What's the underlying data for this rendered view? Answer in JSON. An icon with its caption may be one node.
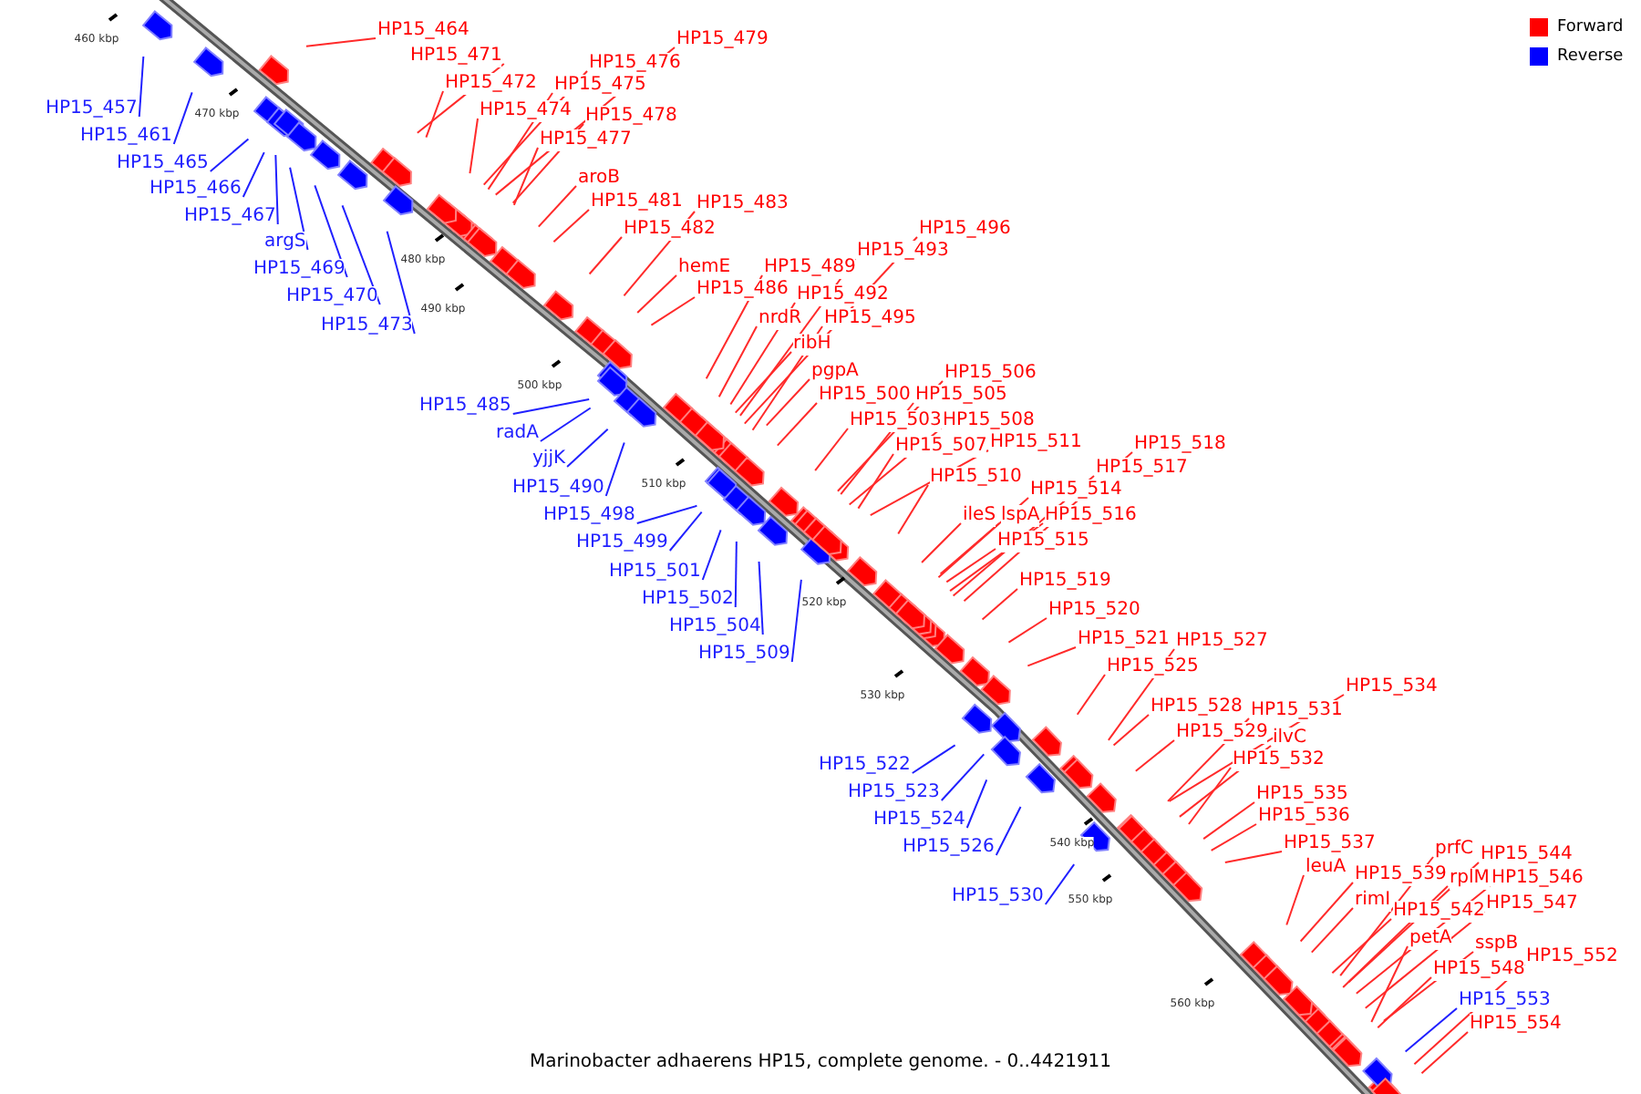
{
  "diagram": {
    "caption": "Marinobacter adhaerens HP15, complete genome. - 0..4421911",
    "nodes": [
      {
        "text": [
          "HP15_457"
        ]
      },
      {
        "text": [
          "HP15_461"
        ]
      },
      {
        "text": [
          "HP15_465"
        ]
      },
      {
        "text": [
          "HP15_466"
        ]
      },
      {
        "text": [
          "HP15_467"
        ]
      },
      {
        "text": [
          "argS"
        ]
      },
      {
        "text": [
          "HP15_469"
        ]
      },
      {
        "text": [
          "HP15_470"
        ]
      },
      {
        "text": [
          "HP15_473"
        ]
      },
      {
        "text": [
          "HP15_464"
        ]
      },
      {
        "text": [
          "HP15_479"
        ]
      },
      {
        "text": [
          "HP15_471"
        ]
      },
      {
        "text": [
          "HP15_476"
        ]
      },
      {
        "text": [
          "HP15_472"
        ]
      },
      {
        "text": [
          "HP15_475"
        ]
      },
      {
        "text": [
          "HP15_474"
        ]
      },
      {
        "text": [
          "HP15_478"
        ]
      },
      {
        "text": [
          "HP15_477"
        ]
      },
      {
        "text": [
          "aroB"
        ]
      },
      {
        "text": [
          "HP15_481"
        ]
      },
      {
        "text": [
          "HP15_483"
        ]
      },
      {
        "text": [
          "HP15_482"
        ]
      },
      {
        "text": [
          "hemE"
        ]
      },
      {
        "text": [
          "HP15_489"
        ]
      },
      {
        "text": [
          "HP15_486"
        ]
      },
      {
        "text": [
          "HP15_496"
        ]
      },
      {
        "text": [
          "HP15_493"
        ]
      },
      {
        "text": [
          "HP15_492"
        ]
      },
      {
        "text": [
          "nrdR"
        ]
      },
      {
        "text": [
          "HP15_495"
        ]
      },
      {
        "text": [
          "ribH"
        ]
      },
      {
        "text": [
          "pgpA"
        ]
      },
      {
        "text": [
          "HP15_500"
        ]
      },
      {
        "text": [
          "HP15_485"
        ]
      },
      {
        "text": [
          "radA"
        ]
      },
      {
        "text": [
          "yjjK"
        ]
      },
      {
        "text": [
          "HP15_490"
        ]
      },
      {
        "text": [
          "HP15_498"
        ]
      },
      {
        "text": [
          "HP15_499"
        ]
      },
      {
        "text": [
          "HP15_501"
        ]
      },
      {
        "text": [
          "HP15_502"
        ]
      },
      {
        "text": [
          "HP15_504"
        ]
      },
      {
        "text": [
          "HP15_509"
        ]
      },
      {
        "text": [
          "HP15_506"
        ]
      },
      {
        "text": [
          "HP15_505"
        ]
      },
      {
        "text": [
          "HP15_503"
        ]
      },
      {
        "text": [
          "HP15_508"
        ]
      },
      {
        "text": [
          "HP15_511"
        ]
      },
      {
        "text": [
          "HP15_507"
        ]
      },
      {
        "text": [
          "HP15_518"
        ]
      },
      {
        "text": [
          "HP15_517"
        ]
      },
      {
        "text": [
          "HP15_510"
        ]
      },
      {
        "text": [
          "HP15_514"
        ]
      },
      {
        "text": [
          "ileS"
        ]
      },
      {
        "text": [
          "lspA"
        ]
      },
      {
        "text": [
          "HP15_516"
        ]
      },
      {
        "text": [
          "HP15_515"
        ]
      },
      {
        "text": [
          "HP15_519"
        ]
      },
      {
        "text": [
          "HP15_520"
        ]
      },
      {
        "text": [
          "HP15_521"
        ]
      },
      {
        "text": [
          "HP15_527"
        ]
      },
      {
        "text": [
          "HP15_525"
        ]
      },
      {
        "text": [
          "HP15_534"
        ]
      },
      {
        "text": [
          "HP15_528"
        ]
      },
      {
        "text": [
          "HP15_531"
        ]
      },
      {
        "text": [
          "HP15_529"
        ]
      },
      {
        "text": [
          "ilvC"
        ]
      },
      {
        "text": [
          "HP15_532"
        ]
      },
      {
        "text": [
          "HP15_522"
        ]
      },
      {
        "text": [
          "HP15_523"
        ]
      },
      {
        "text": [
          "HP15_535"
        ]
      },
      {
        "text": [
          "HP15_524"
        ]
      },
      {
        "text": [
          "HP15_536"
        ]
      },
      {
        "text": [
          "HP15_537"
        ]
      },
      {
        "text": [
          "HP15_526"
        ]
      },
      {
        "text": [
          "prfC"
        ]
      },
      {
        "text": [
          "HP15_544"
        ]
      },
      {
        "text": [
          "leuA"
        ]
      },
      {
        "text": [
          "HP15_539"
        ]
      },
      {
        "text": [
          "rplM"
        ]
      },
      {
        "text": [
          "HP15_546"
        ]
      },
      {
        "text": [
          "HP15_530"
        ]
      },
      {
        "text": [
          "rimI"
        ]
      },
      {
        "text": [
          "HP15_547"
        ]
      },
      {
        "text": [
          "HP15_542"
        ]
      },
      {
        "text": [
          "petA"
        ]
      },
      {
        "text": [
          "sspB"
        ]
      },
      {
        "text": [
          "HP15_552"
        ]
      },
      {
        "text": [
          "HP15_548"
        ]
      },
      {
        "text": [
          "HP15_553"
        ]
      },
      {
        "text": [
          "HP15_554"
        ]
      }
    ],
    "edges": [
      {
        "from": 0,
        "to": null,
        "arrow": "none",
        "color": "#2020ff"
      },
      {
        "from": 1,
        "to": null,
        "arrow": "none",
        "color": "#2020ff"
      },
      {
        "from": 2,
        "to": null,
        "arrow": "none",
        "color": "#2020ff"
      },
      {
        "from": 3,
        "to": null,
        "arrow": "none",
        "color": "#2020ff"
      },
      {
        "from": 4,
        "to": null,
        "arrow": "none",
        "color": "#2020ff"
      },
      {
        "from": 5,
        "to": null,
        "arrow": "none",
        "color": "#2020ff"
      },
      {
        "from": 6,
        "to": null,
        "arrow": "none",
        "color": "#2020ff"
      },
      {
        "from": 7,
        "to": null,
        "arrow": "none",
        "color": "#2020ff"
      },
      {
        "from": 8,
        "to": null,
        "arrow": "none",
        "color": "#2020ff"
      },
      {
        "from": 9,
        "to": null,
        "arrow": "none"
      },
      {
        "from": 10,
        "to": null,
        "arrow": "none"
      },
      {
        "from": 11,
        "to": null,
        "arrow": "none"
      },
      {
        "from": 12,
        "to": null,
        "arrow": "none"
      },
      {
        "from": 13,
        "to": null,
        "arrow": "none"
      },
      {
        "from": 14,
        "to": null,
        "arrow": "none"
      },
      {
        "from": 15,
        "to": null,
        "arrow": "none"
      },
      {
        "from": 16,
        "to": null,
        "arrow": "none"
      },
      {
        "from": 17,
        "to": null,
        "arrow": "none"
      },
      {
        "from": 18,
        "to": null,
        "arrow": "none"
      },
      {
        "from": 19,
        "to": null,
        "arrow": "none"
      },
      {
        "from": 20,
        "to": null,
        "arrow": "none"
      },
      {
        "from": 21,
        "to": null,
        "arrow": "none"
      },
      {
        "from": 22,
        "to": null,
        "arrow": "none"
      },
      {
        "from": 23,
        "to": null,
        "arrow": "none"
      },
      {
        "from": 24,
        "to": null,
        "arrow": "none"
      },
      {
        "from": 25,
        "to": null,
        "arrow": "none"
      },
      {
        "from": 26,
        "to": null,
        "arrow": "none"
      },
      {
        "from": 27,
        "to": null,
        "arrow": "none"
      },
      {
        "from": 28,
        "to": null,
        "arrow": "none"
      },
      {
        "from": 29,
        "to": null,
        "arrow": "none"
      },
      {
        "from": 30,
        "to": null,
        "arrow": "none"
      },
      {
        "from": 31,
        "to": null,
        "arrow": "none"
      },
      {
        "from": 32,
        "to": null,
        "arrow": "none"
      },
      {
        "from": 33,
        "to": null,
        "arrow": "none",
        "color": "#2020ff"
      },
      {
        "from": 34,
        "to": null,
        "arrow": "none",
        "color": "#2020ff"
      },
      {
        "from": 35,
        "to": null,
        "arrow": "none",
        "color": "#2020ff"
      },
      {
        "from": 36,
        "to": null,
        "arrow": "none",
        "color": "#2020ff"
      },
      {
        "from": 37,
        "to": null,
        "arrow": "none",
        "color": "#2020ff"
      },
      {
        "from": 38,
        "to": null,
        "arrow": "none",
        "color": "#2020ff"
      },
      {
        "from": 39,
        "to": null,
        "arrow": "none",
        "color": "#2020ff"
      },
      {
        "from": 40,
        "to": null,
        "arrow": "none",
        "color": "#2020ff"
      },
      {
        "from": 41,
        "to": null,
        "arrow": "none",
        "color": "#2020ff"
      },
      {
        "from": 42,
        "to": null,
        "arrow": "none",
        "color": "#2020ff"
      },
      {
        "from": 43,
        "to": null,
        "arrow": "none"
      },
      {
        "from": 44,
        "to": null,
        "arrow": "none"
      },
      {
        "from": 45,
        "to": null,
        "arrow": "none"
      },
      {
        "from": 46,
        "to": null,
        "arrow": "none"
      },
      {
        "from": 47,
        "to": null,
        "arrow": "none"
      },
      {
        "from": 48,
        "to": null,
        "arrow": "none"
      },
      {
        "from": 49,
        "to": null,
        "arrow": "none"
      },
      {
        "from": 50,
        "to": null,
        "arrow": "none"
      },
      {
        "from": 51,
        "to": null,
        "arrow": "none"
      },
      {
        "from": 52,
        "to": null,
        "arrow": "none"
      },
      {
        "from": 53,
        "to": null,
        "arrow": "none"
      },
      {
        "from": 54,
        "to": null,
        "arrow": "none"
      },
      {
        "from": 55,
        "to": null,
        "arrow": "none"
      },
      {
        "from": 56,
        "to": null,
        "arrow": "none"
      },
      {
        "from": 57,
        "to": null,
        "arrow": "none"
      },
      {
        "from": 58,
        "to": null,
        "arrow": "none"
      },
      {
        "from": 59,
        "to": null,
        "arrow": "none"
      },
      {
        "from": 60,
        "to": null,
        "arrow": "none"
      },
      {
        "from": 61,
        "to": null,
        "arrow": "none"
      },
      {
        "from": 62,
        "to": null,
        "arrow": "none"
      },
      {
        "from": 63,
        "to": null,
        "arrow": "none"
      },
      {
        "from": 64,
        "to": null,
        "arrow": "none"
      },
      {
        "from": 65,
        "to": null,
        "arrow": "none"
      },
      {
        "from": 66,
        "to": null,
        "arrow": "none"
      },
      {
        "from": 67,
        "to": null,
        "arrow": "none"
      },
      {
        "from": 68,
        "to": null,
        "arrow": "none",
        "color": "#2020ff"
      },
      {
        "from": 69,
        "to": null,
        "arrow": "none",
        "color": "#2020ff"
      },
      {
        "from": 70,
        "to": null,
        "arrow": "none"
      },
      {
        "from": 71,
        "to": null,
        "arrow": "none",
        "color": "#2020ff"
      },
      {
        "from": 72,
        "to": null,
        "arrow": "none"
      },
      {
        "from": 73,
        "to": null,
        "arrow": "none"
      },
      {
        "from": 74,
        "to": null,
        "arrow": "none",
        "color": "#2020ff"
      },
      {
        "from": 75,
        "to": null,
        "arrow": "none"
      },
      {
        "from": 76,
        "to": null,
        "arrow": "none"
      },
      {
        "from": 77,
        "to": null,
        "arrow": "none"
      },
      {
        "from": 78,
        "to": null,
        "arrow": "none"
      },
      {
        "from": 79,
        "to": null,
        "arrow": "none"
      },
      {
        "from": 80,
        "to": null,
        "arrow": "none"
      },
      {
        "from": 81,
        "to": null,
        "arrow": "none",
        "color": "#2020ff"
      },
      {
        "from": 82,
        "to": null,
        "arrow": "none"
      },
      {
        "from": 83,
        "to": null,
        "arrow": "none"
      },
      {
        "from": 84,
        "to": null,
        "arrow": "none"
      },
      {
        "from": 85,
        "to": null,
        "arrow": "none"
      },
      {
        "from": 86,
        "to": null,
        "arrow": "none"
      },
      {
        "from": 87,
        "to": null,
        "arrow": "none"
      },
      {
        "from": 88,
        "to": null,
        "arrow": "none"
      },
      {
        "from": 89,
        "to": null,
        "arrow": "none",
        "color": "#2020ff"
      },
      {
        "from": 90,
        "to": null,
        "arrow": "none"
      }
    ],
    "labels": [
      "460 kbp",
      "470 kbp",
      "480 kbp",
      "490 kbp",
      "500 kbp",
      "510 kbp",
      "520 kbp",
      "530 kbp",
      "540 kbp",
      "550 kbp",
      "560 kbp"
    ],
    "legend": [
      {
        "text": "Forward",
        "color": "#ff0000"
      },
      {
        "text": "Reverse",
        "color": "#0000ff"
      }
    ]
  }
}
